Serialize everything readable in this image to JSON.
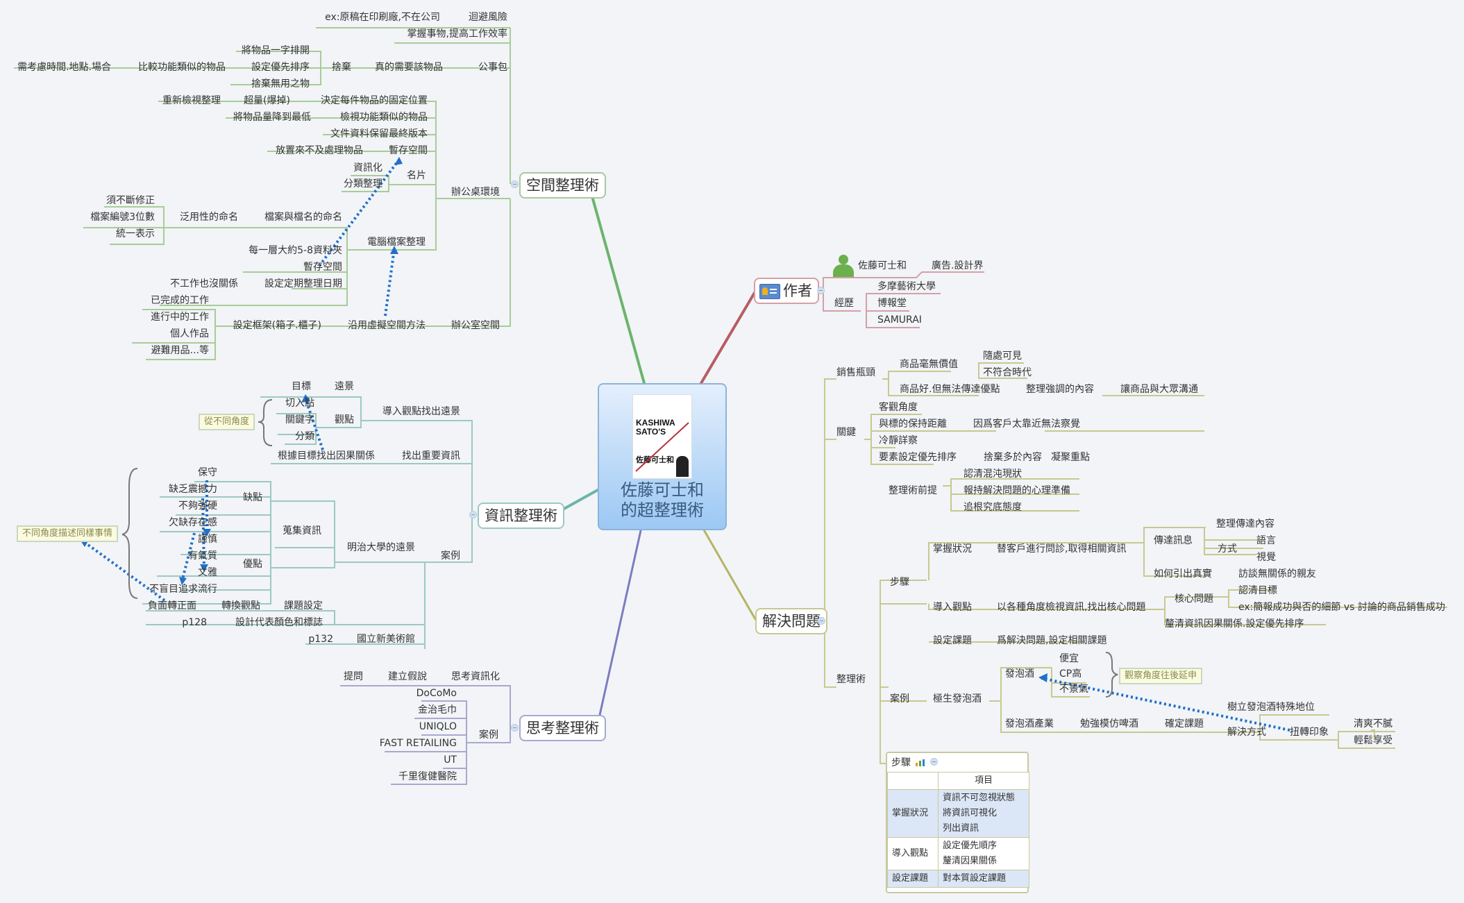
{
  "central": {
    "title_line1": "佐藤可士和",
    "title_line2": "的超整理術",
    "cover_title": "KASHIWA SATO'S",
    "cover_author": "佐藤可士和"
  },
  "branches": {
    "space": {
      "label": "空間整理術",
      "color": "#6cb46c",
      "nodes": {
        "briefcase": "公事包",
        "avoid_risk": "迴避風險",
        "avoid_risk_ex": "ex:原稿在印刷廠,不在公司",
        "grasp": "掌握事物,提高工作效率",
        "really_need": "真的需要該物品",
        "discard": "捨棄",
        "line_up": "將物品一字排開",
        "priority": "設定優先排序",
        "compare": "比較功能類似的物品",
        "consider": "需考慮時間.地點.場合",
        "discard_useless": "捨棄無用之物",
        "desk_env": "辦公桌環境",
        "fixed_pos": "決定每件物品的固定位置",
        "overflow": "超量(爆掉)",
        "re_review": "重新檢視整理",
        "review_similar": "檢視功能類似的物品",
        "minimize": "將物品量降到最低",
        "final_version": "文件資料保留最終版本",
        "temp_space": "暫存空間",
        "temp_space_desc": "放置來不及處理物品",
        "card": "名片",
        "digitize": "資訊化",
        "classify": "分類整理",
        "pc_files": "電腦檔案整理",
        "naming": "檔案與檔名的命名",
        "generic_naming": "泛用性的命名",
        "keep_fixing": "須不斷修正",
        "three_digit": "檔案編號3位數",
        "unified": "統一表示",
        "per_layer": "每一層大約5-8資料夾",
        "temp_space2": "暫存空間",
        "schedule": "設定定期整理日期",
        "no_work_ok": "不工作也沒關係",
        "office_space": "辦公室空間",
        "virtual_method": "沿用虛擬空間方法",
        "framework": "設定框架(箱子.櫃子)",
        "done_work": "已完成的工作",
        "ongoing_work": "進行中的工作",
        "personal": "個人作品",
        "emergency": "避難用品...等"
      }
    },
    "info": {
      "label": "資訊整理術",
      "color": "#6cb4ac",
      "nodes": {
        "intro_view": "導入觀點找出遠景",
        "vision": "遠景",
        "goal": "目標",
        "viewpoint": "觀點",
        "entry": "切入點",
        "keyword": "關鍵字",
        "category": "分類",
        "find_important": "找出重要資訊",
        "causality": "根據目標找出因果關係",
        "cases": "案例",
        "meiji": "明治大學的遠景",
        "collect": "蒐集資訊",
        "weakness": "缺點",
        "conservative": "保守",
        "no_impact": "缺乏震撼力",
        "not_strong": "不夠強硬",
        "no_presence": "欠缺存在感",
        "strength": "優點",
        "careful": "謹慎",
        "classy": "有氣質",
        "elegant": "文雅",
        "not_trendy": "不盲目追求流行",
        "set_task": "課題設定",
        "switch_view": "轉換觀點",
        "neg_to_pos": "負面轉正面",
        "design_logo": "設計代表顏色和標誌",
        "p128": "p128",
        "nact": "國立新美術館",
        "p132": "p132",
        "note_angles": "從不同角度",
        "note_same": "不同角度描述同樣事情"
      }
    },
    "thinking": {
      "label": "思考整理術",
      "color": "#7c7cc0",
      "nodes": {
        "think_info": "思考資訊化",
        "hypothesis": "建立假說",
        "question": "提問",
        "cases": "案例",
        "case_items": [
          "DoCoMo",
          "金治毛巾",
          "UNIQLO",
          "FAST RETAILING",
          "UT",
          "千里復健醫院"
        ]
      }
    },
    "author": {
      "label": "作者",
      "color": "#b85c64",
      "nodes": {
        "name": "佐藤可士和",
        "field": "廣告.設計界",
        "career": "經歷",
        "career_items": [
          "多摩藝術大學",
          "博報堂",
          "SAMURAI"
        ]
      }
    },
    "solve": {
      "label": "解決問題",
      "color": "#b4b464",
      "nodes": {
        "bottleneck": "銷售瓶頸",
        "no_value": "商品毫無價值",
        "everywhere": "隨處可見",
        "outdated": "不符合時代",
        "good_cant_convey": "商品好.但無法傳達優點",
        "organize_emphasis": "整理強調的內容",
        "communicate": "讓商品與大眾溝通",
        "key": "關鍵",
        "objective": "客觀角度",
        "distance": "與標的保持距離",
        "too_close": "因爲客戶太靠近無法察覺",
        "calm": "冷靜詳察",
        "element_priority": "要素設定優先排序",
        "discard_extra": "捨棄多於內容",
        "focus": "凝聚重點",
        "method": "整理術",
        "premise": "整理術前提",
        "recognize_chaos": "認清混沌現狀",
        "mindset": "報持解決問題的心理準備",
        "root_cause": "追根究底態度",
        "steps": "步驟",
        "grasp_situation": "掌握狀況",
        "diagnose": "替客戶進行問診,取得相關資訊",
        "convey_msg": "傳達訊息",
        "organize_content": "整理傳達內容",
        "means": "方式",
        "language": "語言",
        "visual": "視覺",
        "draw_truth": "如何引出真實",
        "interview": "訪談無關係的親友",
        "intro_view": "導入觀點",
        "multi_angle": "以各種角度檢視資訊,找出核心問題",
        "core_issue": "核心問題",
        "clarify_goal": "認清目標",
        "core_ex": "ex:簡報成功與否的細節 vs 討論的商品銷售成功",
        "clarify_cause": "釐清資訊因果關係.設定優先排序",
        "set_task": "設定課題",
        "set_related": "爲解決問題,設定相關課題",
        "case": "案例",
        "gokunama": "極生發泡酒",
        "happoshu": "發泡酒",
        "cheap": "便宜",
        "cp_high": "CP高",
        "recession": "不景氣",
        "note_extend": "觀察角度往後延申",
        "industry": "發泡酒產業",
        "imitate_beer": "勉強模仿啤酒",
        "define_task": "確定課題",
        "special_pos": "樹立發泡酒特殊地位",
        "solution": "解決方式",
        "reverse_image": "扭轉印象",
        "refreshing": "清爽不膩",
        "relaxed": "輕鬆享受"
      }
    }
  },
  "steps_table": {
    "title": "步驟",
    "header": [
      "",
      "項目"
    ],
    "rows": [
      {
        "step": "掌握狀況",
        "items": [
          "資訊不可忽視狀態",
          "將資訊可視化",
          "列出資訊"
        ]
      },
      {
        "step": "導入觀點",
        "items": [
          "設定優先順序",
          "釐清因果關係"
        ]
      },
      {
        "step": "設定課題",
        "items": [
          "對本質設定課題"
        ]
      }
    ]
  },
  "icons": {
    "author_card": "contact-card-icon",
    "person": "person-icon",
    "chart": "bar-chart-icon",
    "collapse": "collapse-toggle-icon"
  }
}
